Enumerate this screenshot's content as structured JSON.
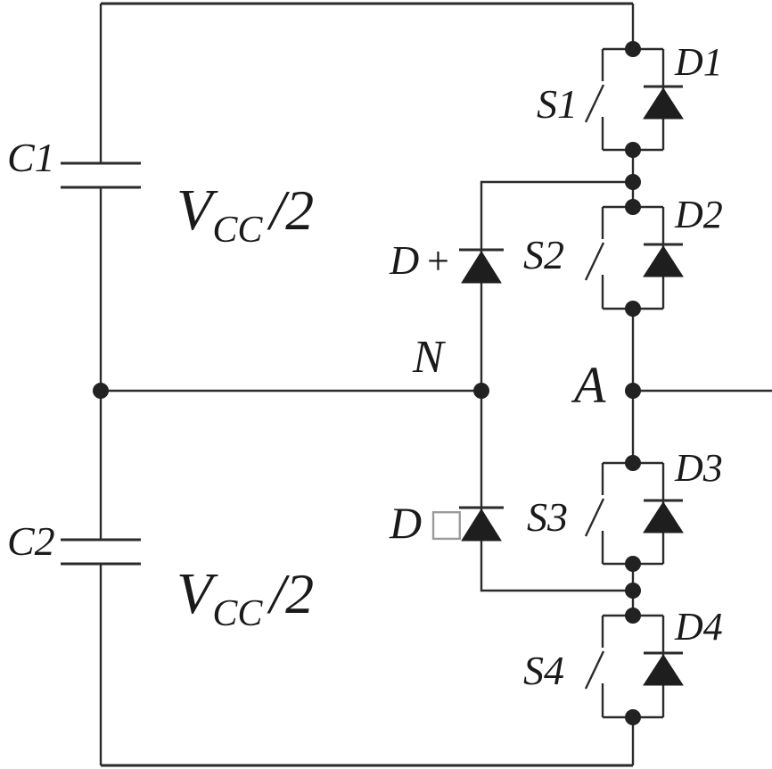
{
  "colors": {
    "wire": "#2b2b2b",
    "text": "#1a1a1a",
    "diode_fill": "#1e1e1e",
    "missing_glyph_box": "#9a9a9a",
    "background": "#ffffff"
  },
  "capacitors": [
    {
      "label": "C1",
      "voltage": {
        "base": "V",
        "sub": "CC",
        "suffix": "/2"
      }
    },
    {
      "label": "C2",
      "voltage": {
        "base": "V",
        "sub": "CC",
        "suffix": "/2"
      }
    }
  ],
  "switches": [
    {
      "label": "S1",
      "diode_label": "D1"
    },
    {
      "label": "S2",
      "diode_label": "D2"
    },
    {
      "label": "S3",
      "diode_label": "D3"
    },
    {
      "label": "S4",
      "diode_label": "D4"
    }
  ],
  "clamp_diodes": [
    {
      "base": "D",
      "sign": "+"
    },
    {
      "base": "D",
      "sign": "□"
    }
  ],
  "nodes": {
    "neutral": "N",
    "output": "A"
  }
}
